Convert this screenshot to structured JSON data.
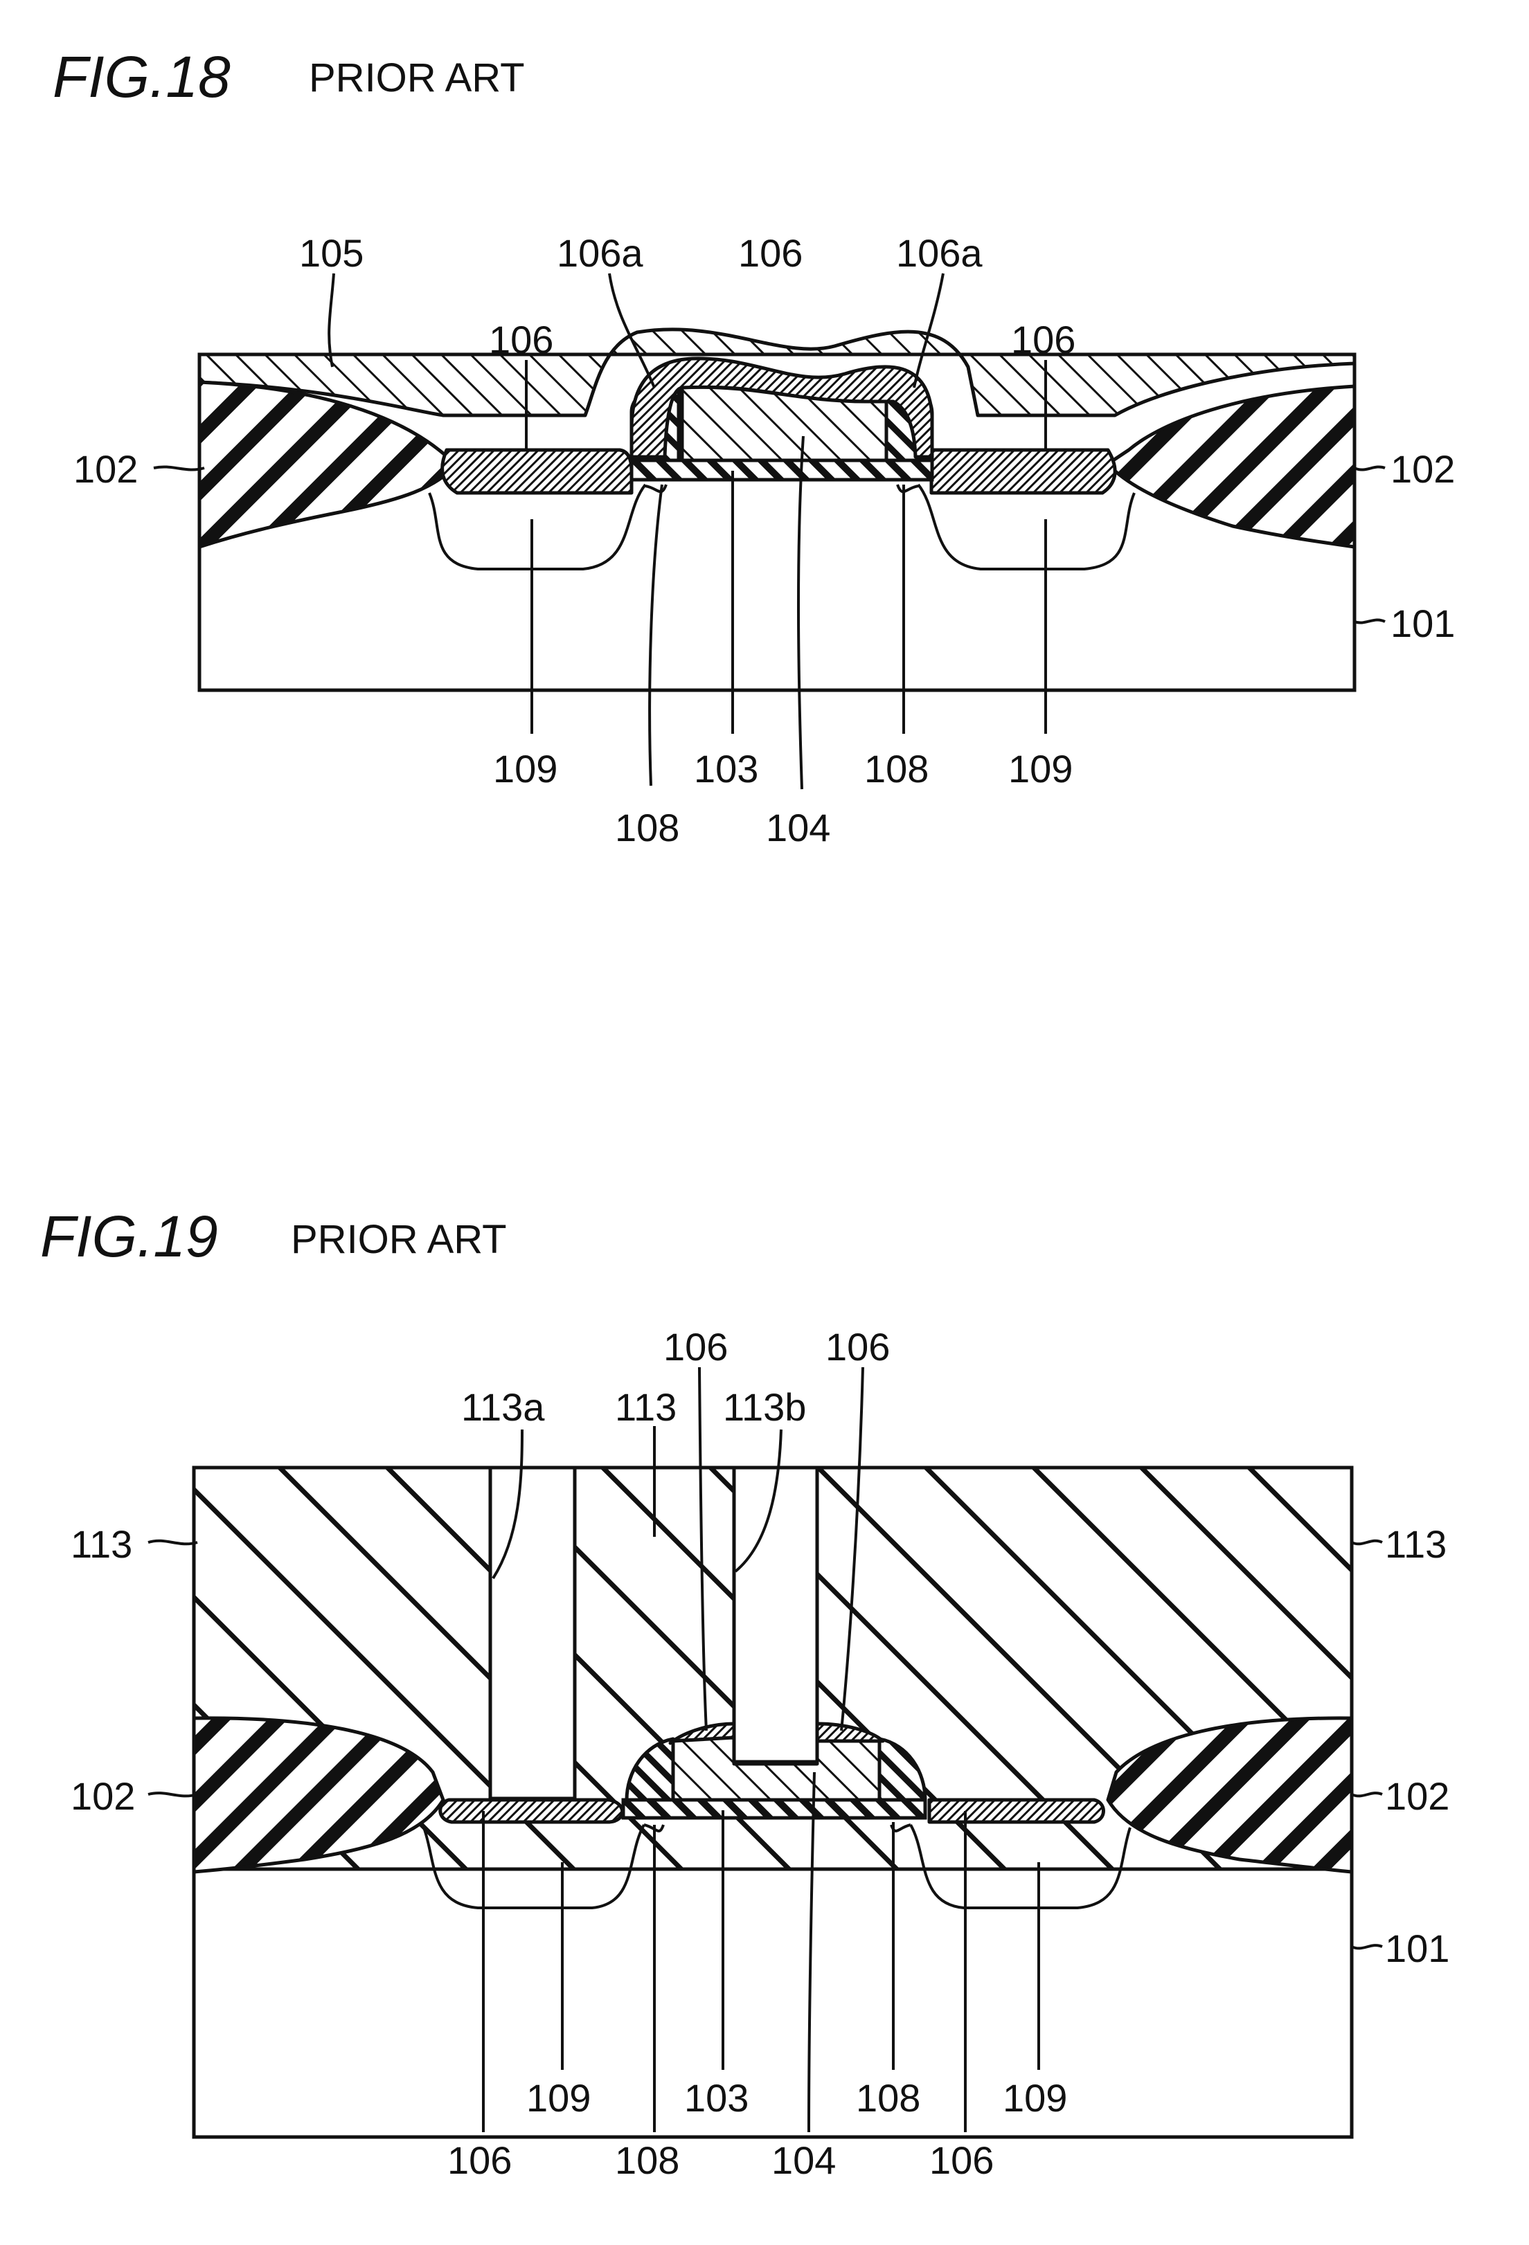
{
  "fig18": {
    "title": "FIG.18",
    "subtitle": "PRIOR ART",
    "labels": {
      "l105": "105",
      "l106a_left": "106a",
      "l106_top": "106",
      "l106a_right": "106a",
      "l106_left": "106",
      "l106_right": "106",
      "l102_left": "102",
      "l102_right": "102",
      "l101": "101",
      "l109_left": "109",
      "l108_left": "108",
      "l103": "103",
      "l104": "104",
      "l108_right": "108",
      "l109_right": "109"
    }
  },
  "fig19": {
    "title": "FIG.19",
    "subtitle": "PRIOR ART",
    "labels": {
      "l106_top_left": "106",
      "l106_top_right": "106",
      "l113a": "113a",
      "l113_top": "113",
      "l113b": "113b",
      "l113_left": "113",
      "l113_right": "113",
      "l102_left": "102",
      "l102_right": "102",
      "l101": "101",
      "l106_bl": "106",
      "l109_left": "109",
      "l108_left": "108",
      "l103": "103",
      "l104": "104",
      "l108_right": "108",
      "l106_br": "106",
      "l109_right": "109"
    }
  },
  "colors": {
    "ink": "#111111",
    "paper": "#ffffff"
  }
}
